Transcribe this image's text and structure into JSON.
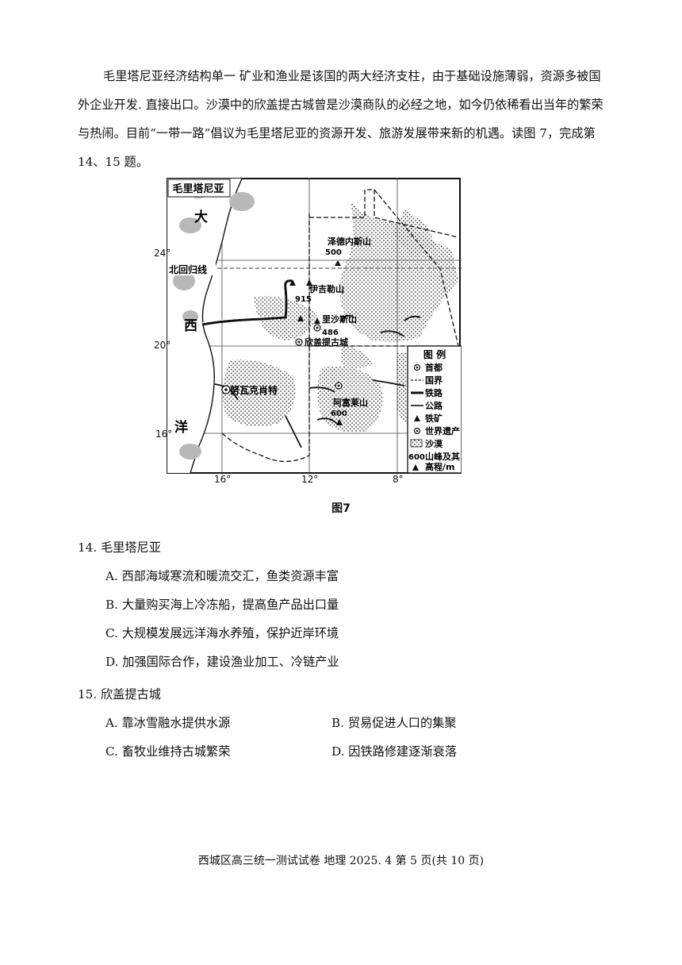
{
  "intro": {
    "line1": "毛里塔尼亚经济结构单一 矿业和渔业是该国的两大经济支柱，由于基础设施薄弱，资源多被国",
    "line2": "外企业开发. 直接出口。沙漠中的欣盖提古城曾是沙漠商队的必经之地，如今仍依稀看出当年的繁荣",
    "line3": "与热闹。目前“一带一路”倡议为毛里塔尼亚的资源开发、旅游发展带来新的机遇。读图 7，完成第",
    "line4": "14、15 题。"
  },
  "map": {
    "title": "毛里塔尼亚",
    "ocean_chars": [
      "大",
      "西",
      "洋"
    ],
    "lat_labels": [
      "24°",
      "20°",
      "16°"
    ],
    "lon_labels": [
      "16°",
      "12°",
      "8°"
    ],
    "tropic_label": "北回归线",
    "places": {
      "zemmour": "泽德内斯山",
      "zemmour_elev": "500",
      "ijill": "伊吉勒山",
      "ijill_elev": "915",
      "lishasi": "里沙斯山",
      "lishasi_elev": "486",
      "chinguetti": "欣盖提古城",
      "nouakchott": "努瓦克肖特",
      "aghazer": "阿富莱山",
      "aghazer_elev": "600"
    },
    "legend": {
      "title": "图 例",
      "items": [
        "首都",
        "国界",
        "铁路",
        "公路",
        "铁矿",
        "世界遗产",
        "沙漠"
      ],
      "peak_value": "600",
      "peak_label_1": "山峰及其",
      "peak_label_2": "高程/m"
    }
  },
  "figure_caption": "图7",
  "q14": {
    "stem": "14. 毛里塔尼亚",
    "A": "A. 西部海域寒流和暖流交汇，鱼类资源丰富",
    "B": "B. 大量购买海上冷冻船，提高鱼产品出口量",
    "C": "C. 大规模发展远洋海水养殖，保护近岸环境",
    "D": "D. 加强国际合作，建设渔业加工、冷链产业"
  },
  "q15": {
    "stem": "15. 欣盖提古城",
    "A": "A. 靠冰雪融水提供水源",
    "B": "B. 贸易促进人口的集聚",
    "C": "C. 畜牧业维持古城繁荣",
    "D": "D. 因铁路修建逐渐衰落"
  },
  "footer": "西城区高三统一测试试卷  地理 2025. 4    第 5 页(共 10 页)"
}
